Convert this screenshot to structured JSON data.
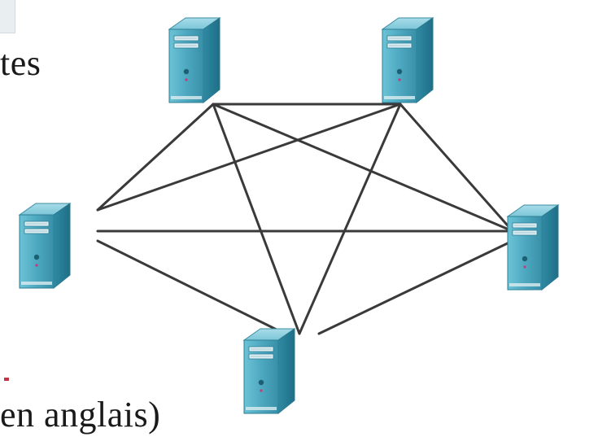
{
  "text_top": "tes",
  "text_bottom": "en anglais)",
  "nodes": [
    {
      "id": "server-top-left",
      "icon": "server-tower-icon"
    },
    {
      "id": "server-top-right",
      "icon": "server-tower-icon"
    },
    {
      "id": "server-left",
      "icon": "server-tower-icon"
    },
    {
      "id": "server-right",
      "icon": "server-tower-icon"
    },
    {
      "id": "server-bottom",
      "icon": "server-tower-icon"
    }
  ],
  "topology": "full-mesh",
  "colors": {
    "server_front": "#4aa6be",
    "server_side": "#2f8aa3",
    "link": "#3a3a3a"
  }
}
